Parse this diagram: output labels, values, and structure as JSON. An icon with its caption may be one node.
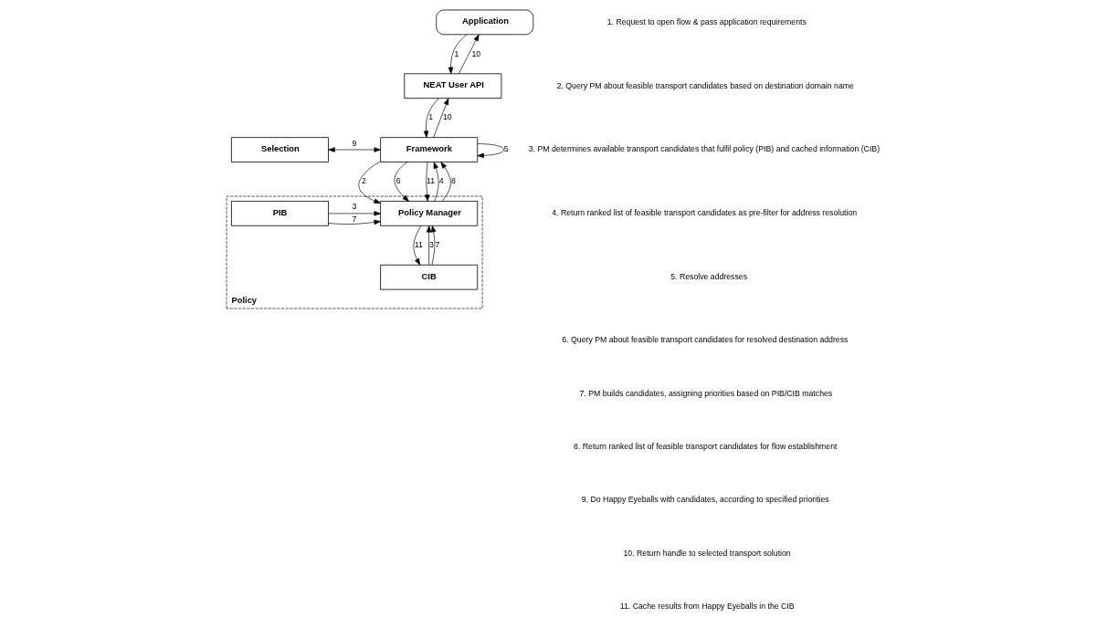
{
  "diagram": {
    "nodes": [
      {
        "text": [
          "Application"
        ]
      },
      {
        "text": [
          "NEAT User API"
        ]
      },
      {
        "text": [
          "Selection"
        ]
      },
      {
        "text": [
          "Framework"
        ]
      },
      {
        "text": [
          "Policy"
        ]
      },
      {
        "text": [
          "PIB"
        ],
        "in": 4
      },
      {
        "text": [
          "Policy Manager"
        ],
        "in": 4
      },
      {
        "text": [
          "CIB"
        ],
        "in": 4
      }
    ],
    "edges": [
      {
        "from": 0,
        "to": 1,
        "arrow": "to",
        "label": "1"
      },
      {
        "from": 1,
        "to": 0,
        "arrow": "to",
        "label": "10"
      },
      {
        "from": 1,
        "to": 3,
        "arrow": "to",
        "label": "1"
      },
      {
        "from": 3,
        "to": 1,
        "arrow": "to",
        "label": "10"
      },
      {
        "from": 2,
        "to": 3,
        "arrow": "both",
        "label": "9"
      },
      {
        "from": 3,
        "to": 3,
        "arrow": "to",
        "label": "5"
      },
      {
        "from": 3,
        "to": 6,
        "arrow": "to",
        "label": "2"
      },
      {
        "from": 6,
        "to": 3,
        "arrow": "to",
        "label": "4"
      },
      {
        "from": 3,
        "to": 6,
        "arrow": "to",
        "label": "6"
      },
      {
        "from": 6,
        "to": 3,
        "arrow": "to",
        "label": "8"
      },
      {
        "from": 3,
        "to": 6,
        "arrow": "to",
        "label": "11"
      },
      {
        "from": 5,
        "to": 6,
        "arrow": "to",
        "label": "3"
      },
      {
        "from": 5,
        "to": 6,
        "arrow": "to",
        "label": "7"
      },
      {
        "from": 7,
        "to": 6,
        "arrow": "to",
        "label": "3"
      },
      {
        "from": 7,
        "to": 6,
        "arrow": "to",
        "label": "7"
      },
      {
        "from": 6,
        "to": 7,
        "arrow": "to",
        "label": "11"
      }
    ],
    "labels": [
      "1. Request to open flow & pass application requirements",
      "2. Query PM about feasible transport candidates based on destination domain name",
      "3. PM determines available transport candidates that fulfil policy (PIB) and cached information (CIB)",
      "4. Return ranked list of feasible transport candidates as pre-filter for address resolution",
      "5. Resolve addresses",
      "6. Query PM about feasible transport candidates for resolved destination address",
      "7. PM builds candidates, assigning priorities based on PIB/CIB matches",
      "8. Return ranked list of feasible transport candidates for flow establishment",
      "9. Do Happy Eyeballs with candidates, according to specified priorities",
      "10. Return handle to selected transport solution",
      "11. Cache results from Happy Eyeballs in the CIB"
    ]
  }
}
